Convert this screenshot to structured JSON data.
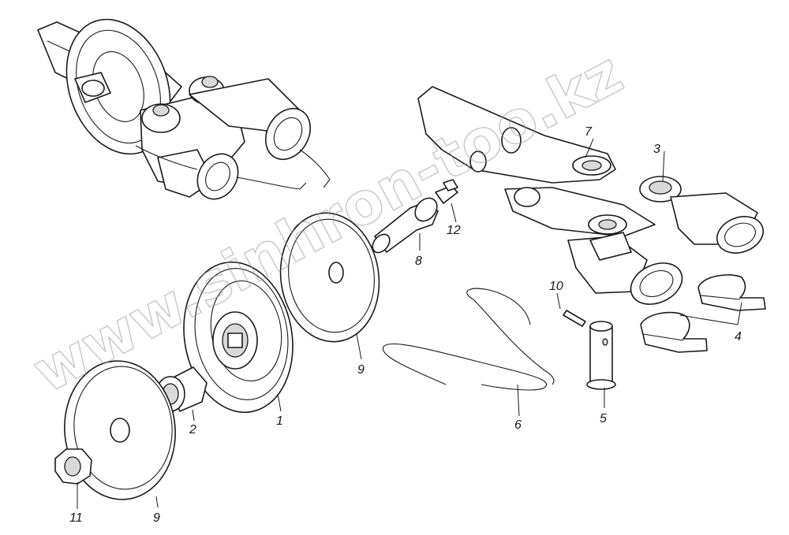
{
  "watermark": "www.sinhron-too.kz",
  "callouts": {
    "c1": "1",
    "c2": "2",
    "c3": "3",
    "c4": "4",
    "c5": "5",
    "c6": "6",
    "c7": "7",
    "c8": "8",
    "c9a": "9",
    "c9b": "9",
    "c10": "10",
    "c11": "11",
    "c12": "12"
  },
  "colors": {
    "line": "#1a1a1a",
    "watermark": "#9a9a9a",
    "background": "#ffffff"
  }
}
